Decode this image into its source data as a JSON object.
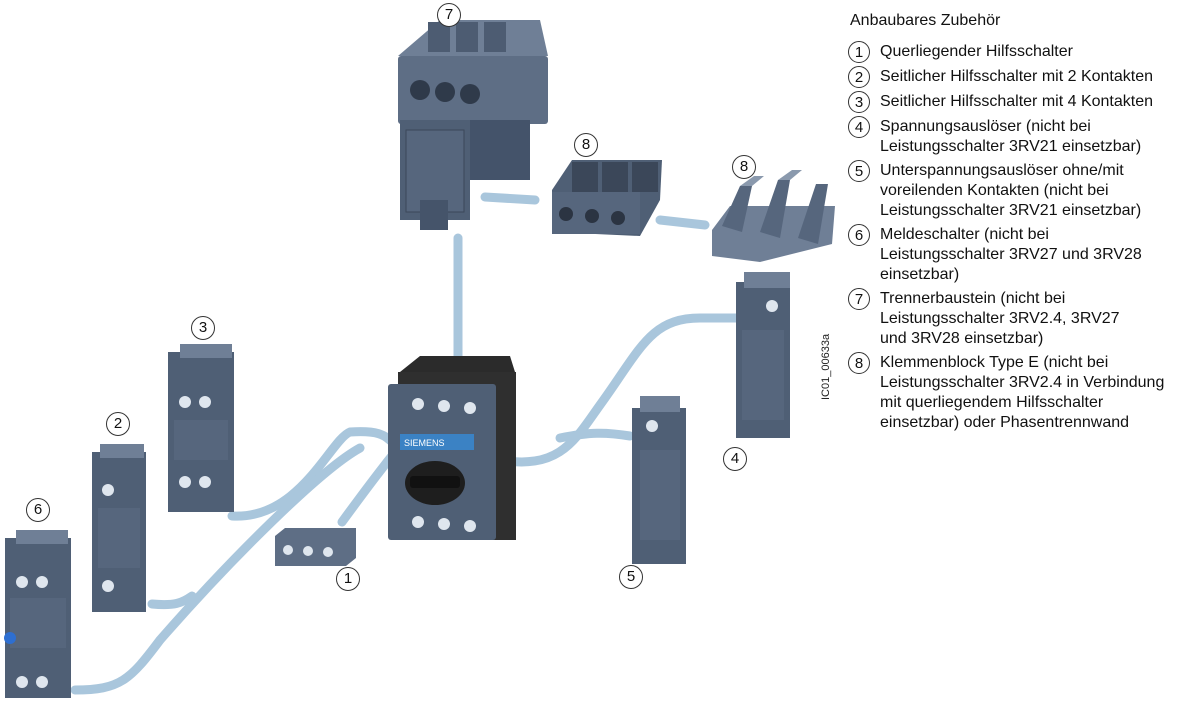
{
  "legend": {
    "title": "Anbaubares Zubehör",
    "items": [
      {
        "num": "1",
        "text": "Querliegender Hilfsschalter"
      },
      {
        "num": "2",
        "text": "Seitlicher Hilfsschalter mit 2 Kontakten"
      },
      {
        "num": "3",
        "text": "Seitlicher Hilfsschalter mit 4 Kontakten"
      },
      {
        "num": "4",
        "text": "Spannungsauslöser (nicht bei\nLeistungsschalter 3RV21 einsetzbar)"
      },
      {
        "num": "5",
        "text": "Unterspannungsauslöser ohne/mit\nvoreilenden Kontakten (nicht bei\nLeistungsschalter 3RV21 einsetzbar)"
      },
      {
        "num": "6",
        "text": "Meldeschalter (nicht bei\nLeistungsschalter 3RV27 und 3RV28\neinsetzbar)"
      },
      {
        "num": "7",
        "text": "Trennerbaustein (nicht bei\nLeistungsschalter 3RV2.4, 3RV27\nund 3RV28 einsetzbar)"
      },
      {
        "num": "8",
        "text": "Klemmenblock Type E (nicht bei\nLeistungsschalter 3RV2.4 in Verbindung\nmit querliegendem Hilfsschalter\neinsetzbar) oder Phasentrennwand"
      }
    ]
  },
  "callouts": {
    "c1": "1",
    "c2": "2",
    "c3": "3",
    "c4": "4",
    "c5": "5",
    "c6": "6",
    "c7": "7",
    "c8a": "8",
    "c8b": "8"
  },
  "doc_id": "IC01_00633a",
  "breaker_brand": "SIEMENS",
  "colors": {
    "device_body": "#4f5f75",
    "device_dark": "#3b4759",
    "device_light": "#6f7f96",
    "connector_line": "#a9c6dc",
    "breaker_top": "#2b2b2b",
    "terminal_screw": "#dfe6ee"
  }
}
